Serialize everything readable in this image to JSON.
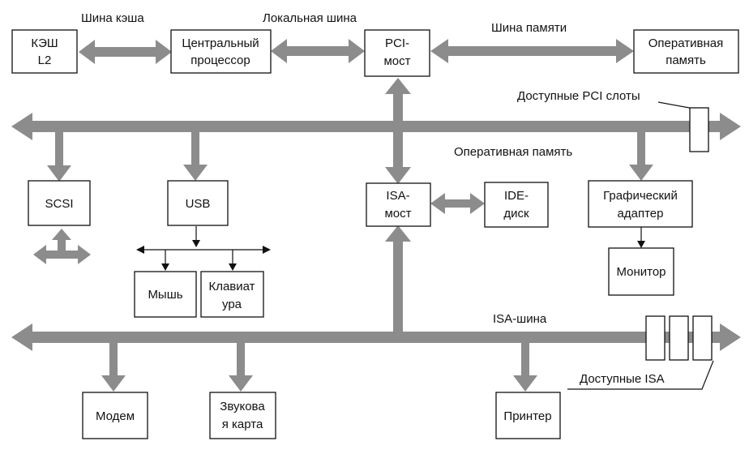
{
  "colors": {
    "bus": "#8c8c8c",
    "stroke": "#111111",
    "background": "#ffffff"
  },
  "boxes": {
    "cache_l2": [
      "КЭШ",
      "L2"
    ],
    "cpu": [
      "Центральный",
      "процессор"
    ],
    "pci_bridge": [
      "PCI-",
      "мост"
    ],
    "ram": [
      "Оперативная",
      "память"
    ],
    "scsi": [
      "SCSI"
    ],
    "usb": [
      "USB"
    ],
    "isa_bridge": [
      "ISA-",
      "мост"
    ],
    "ide": [
      "IDE-",
      "диск"
    ],
    "graphics": [
      "Графический",
      "адаптер"
    ],
    "monitor": [
      "Монитор"
    ],
    "mouse": [
      "Мышь"
    ],
    "keyboard": [
      "Клавиат",
      "ура"
    ],
    "modem": [
      "Модем"
    ],
    "sound": [
      "Звукова",
      "я карта"
    ],
    "printer": [
      "Принтер"
    ]
  },
  "labels": {
    "cache_bus": "Шина кэша",
    "local_bus": "Локальная шина",
    "memory_bus": "Шина памяти",
    "pci_slots": "Доступные PCI слоты",
    "pci_bus": "Оперативная память",
    "isa_bus": "ISA-шина",
    "isa_slots": "Доступные ISA"
  }
}
